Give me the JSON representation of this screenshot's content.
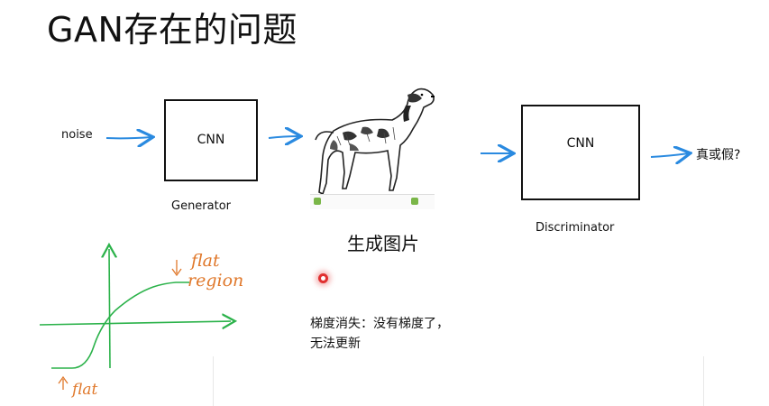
{
  "title": "GAN存在的问题",
  "flow": {
    "input_label": "noise",
    "generator": {
      "box_label": "CNN",
      "caption": "Generator"
    },
    "generated_caption": "生成图片",
    "discriminator": {
      "box_label": "CNN",
      "caption": "Discriminator"
    },
    "output_label": "真或假?"
  },
  "sketch": {
    "annotation_top_line1": "flat",
    "annotation_top_line2": "region",
    "annotation_bottom": "flat"
  },
  "note": {
    "line1": "梯度消失：没有梯度了，",
    "line2": "无法更新"
  },
  "colors": {
    "arrow": "#2a8ae0",
    "sketch_curve": "#2bb24a",
    "annotation": "#e0782b"
  }
}
